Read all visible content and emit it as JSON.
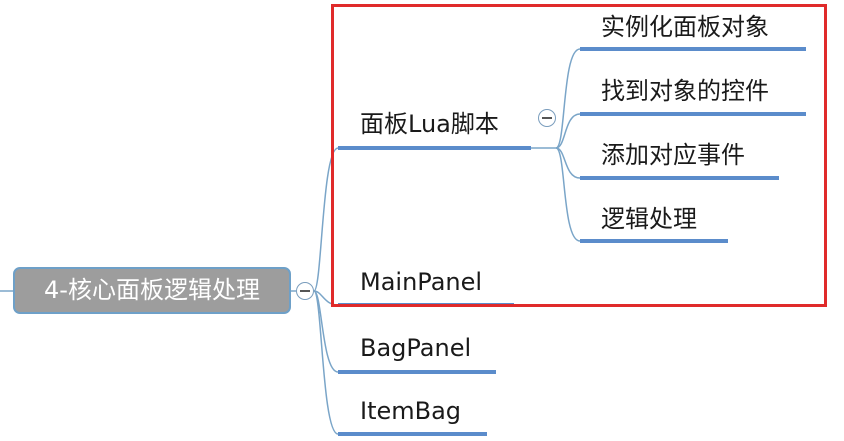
{
  "root": {
    "label": "4-核心面板逻辑处理"
  },
  "branches": [
    {
      "label": "面板Lua脚本",
      "children": [
        "实例化面板对象",
        "找到对象的控件",
        "添加对应事件",
        "逻辑处理"
      ]
    },
    {
      "label": "MainPanel"
    },
    {
      "label": "BagPanel"
    },
    {
      "label": "ItemBag"
    }
  ],
  "colors": {
    "connector": "#7aa5c8",
    "underline": "#5b8ccb",
    "root_fill": "#9d9d9d",
    "root_border": "#6ea0c8",
    "highlight": "#e02a2a"
  }
}
